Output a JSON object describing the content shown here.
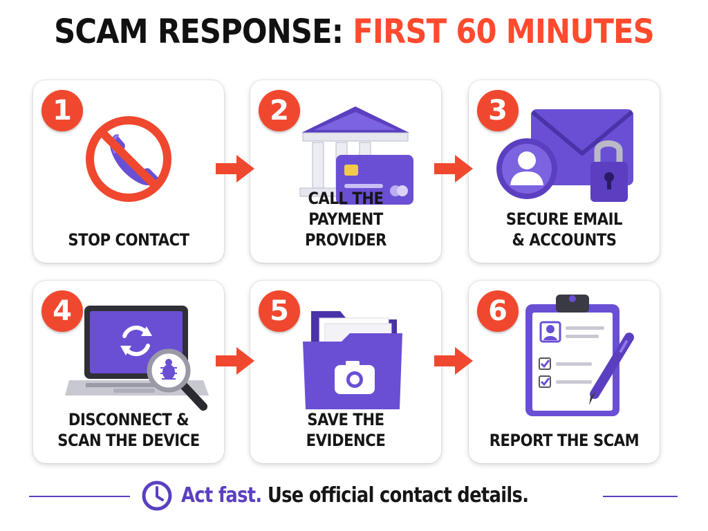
{
  "title": {
    "part1": "SCAM RESPONSE:",
    "part2": "FIRST 60 MINUTES"
  },
  "steps": [
    {
      "number": "1",
      "line1": "STOP CONTACT",
      "line2": "",
      "icon": "no-phone-icon"
    },
    {
      "number": "2",
      "line1": "CALL THE",
      "line2": "PAYMENT PROVIDER",
      "icon": "bank-card-icon"
    },
    {
      "number": "3",
      "line1": "SECURE EMAIL",
      "line2": "& ACCOUNTS",
      "icon": "email-lock-icon"
    },
    {
      "number": "4",
      "line1": "DISCONNECT &",
      "line2": "SCAN THE DEVICE",
      "icon": "laptop-scan-icon"
    },
    {
      "number": "5",
      "line1": "SAVE THE EVIDENCE",
      "line2": "",
      "icon": "evidence-folder-icon"
    },
    {
      "number": "6",
      "line1": "REPORT THE SCAM",
      "line2": "",
      "icon": "report-clipboard-icon"
    }
  ],
  "footer": {
    "emphasis": "Act fast.",
    "text": "Use official contact details.",
    "icon": "clock-icon"
  },
  "colors": {
    "accent": "#f0482f",
    "purple": "#5b3fc0",
    "text": "#161616"
  }
}
